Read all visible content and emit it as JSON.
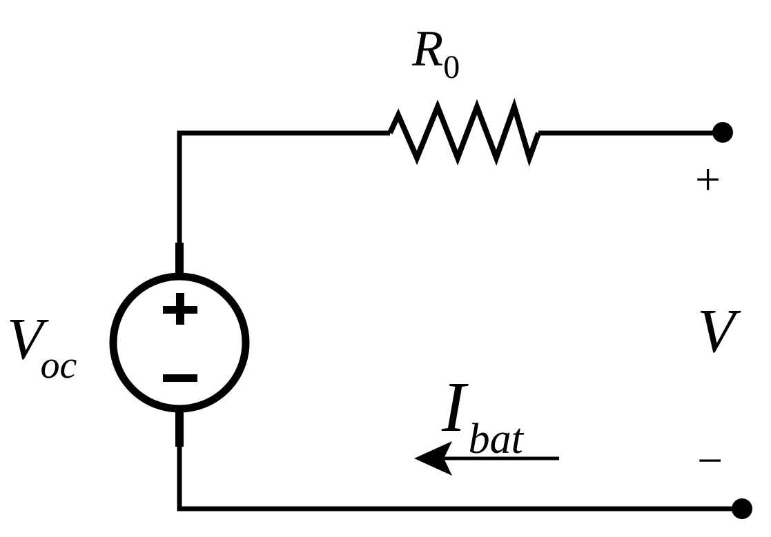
{
  "diagram": {
    "resistor": {
      "symbol": "R",
      "subscript": "0"
    },
    "source": {
      "symbol": "V",
      "subscript": "oc"
    },
    "current": {
      "symbol": "I",
      "subscript": "bat"
    },
    "terminal_voltage": {
      "symbol": "V",
      "plus_sign": "+",
      "minus_sign": "−"
    },
    "colors": {
      "stroke": "#000000",
      "background": "#ffffff"
    }
  }
}
